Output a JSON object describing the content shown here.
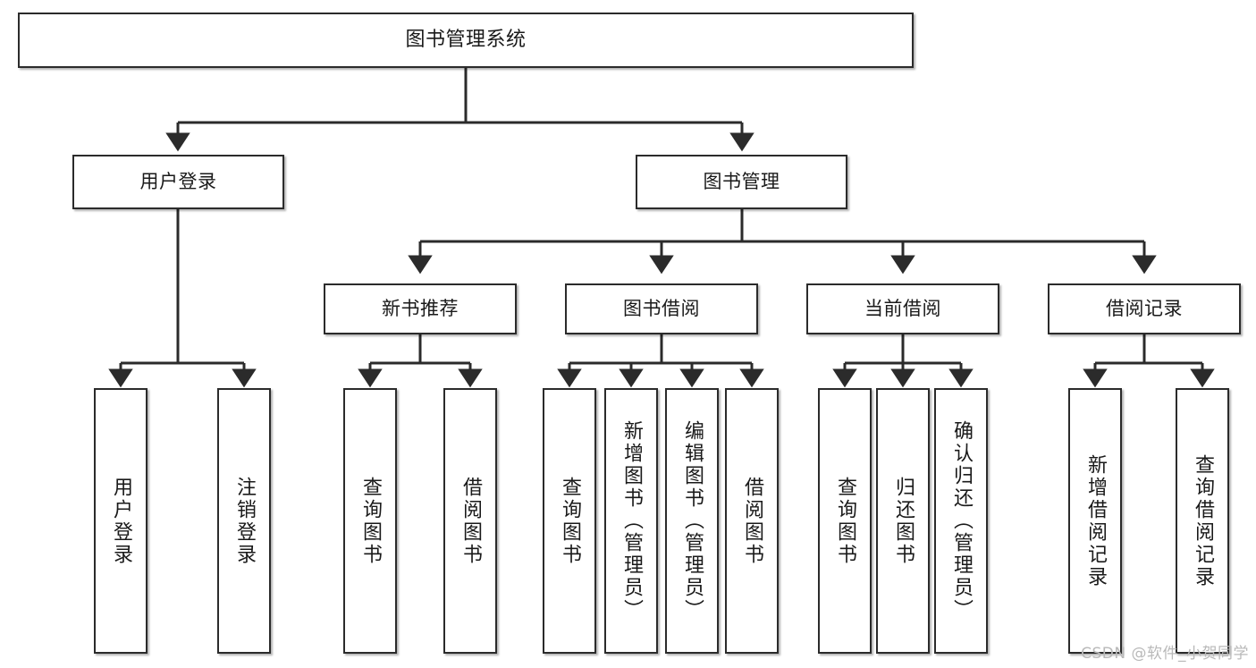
{
  "diagram": {
    "title": "图书管理系统",
    "type": "tree-hierarchy",
    "watermark": "CSDN @软件_小贺同学",
    "colors": {
      "background": "#ffffff",
      "border": "#2b2b2b",
      "text": "#1a1a1a",
      "connector": "#2b2b2b",
      "watermark": "#b9b9b9"
    },
    "root": {
      "label": "图书管理系统"
    },
    "level2": [
      {
        "label": "用户登录"
      },
      {
        "label": "图书管理"
      }
    ],
    "level3": [
      {
        "label": "新书推荐"
      },
      {
        "label": "图书借阅"
      },
      {
        "label": "当前借阅"
      },
      {
        "label": "借阅记录"
      }
    ],
    "leaves": {
      "user_login": [
        {
          "label": "用户登录"
        },
        {
          "label": "注销登录"
        }
      ],
      "new_book_recommend": [
        {
          "label": "查询图书"
        },
        {
          "label": "借阅图书"
        }
      ],
      "book_borrow": [
        {
          "label": "查询图书"
        },
        {
          "label": "新增图书（管理员）"
        },
        {
          "label": "编辑图书（管理员）"
        },
        {
          "label": "借阅图书"
        }
      ],
      "current_borrow": [
        {
          "label": "查询图书"
        },
        {
          "label": "归还图书"
        },
        {
          "label": "确认归还（管理员）"
        }
      ],
      "borrow_record": [
        {
          "label": "新增借阅记录"
        },
        {
          "label": "查询借阅记录"
        }
      ]
    }
  }
}
